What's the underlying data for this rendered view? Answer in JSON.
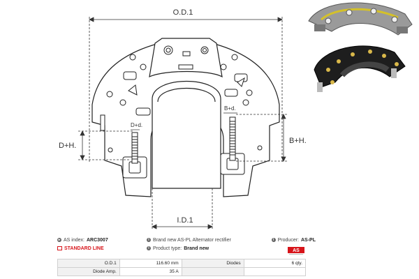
{
  "drawing": {
    "od_label": "O.D.1",
    "id_label": "I.D.1",
    "dh_label": "D+H.",
    "bh_label": "B+H.",
    "dd_label": "D+d.",
    "bd_label": "B+d."
  },
  "info": {
    "as_index_label": "AS index:",
    "as_index_value": "ARC3007",
    "description": "Brand new AS-PL Alternator rectifier",
    "producer_label": "Producer:",
    "producer_value": "AS-PL",
    "standard_line": "STANDARD LINE",
    "product_type_label": "Product type:",
    "product_type_value": "Brand new",
    "logo_text": "AS"
  },
  "specs": {
    "rows": [
      {
        "k1": "O.D.1",
        "v1": "116.60 mm",
        "k2": "Diodes",
        "v2": "6 qty."
      },
      {
        "k1": "Diode Amp.",
        "v1": "35 A",
        "k2": "",
        "v2": ""
      }
    ]
  },
  "colors": {
    "accent": "#d7141a",
    "line": "#222222",
    "dim": "#333333"
  }
}
